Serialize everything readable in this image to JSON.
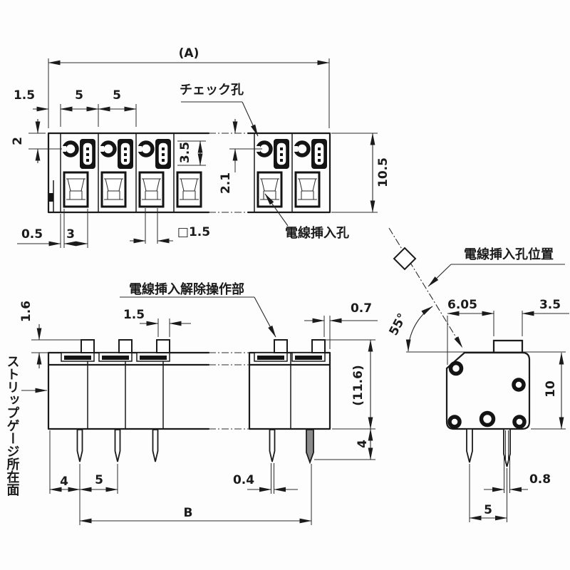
{
  "drawing_type": "terminal-block-dimension-drawing",
  "colors": {
    "line": "#1b1b1b",
    "background": "#fdfdfd",
    "slot_fill": "#141414",
    "pin_gray": "#8a8a8a"
  },
  "top": {
    "a": "(A)",
    "d15": "1.5",
    "d5a": "5",
    "d5b": "5",
    "check_hole": "チェック孔",
    "d2": "2",
    "d35": "3.5",
    "d21": "2.1",
    "d105": "10.5",
    "d05": "0.5",
    "d3": "3",
    "dsq15": "□1.5",
    "wire_hole": "電線挿入孔"
  },
  "front": {
    "release": "電線挿入解除操作部",
    "d15": "1.5",
    "d07": "0.7",
    "d16": "1.6",
    "strip_gauge": "ストリップゲージ所在面",
    "d116": "(11.6)",
    "d4r": "4",
    "d4": "4",
    "d5": "5",
    "d04": "0.4",
    "dB": "B"
  },
  "side": {
    "wire_pos": "電線挿入孔位置",
    "angle": "55°",
    "d605": "6.05",
    "d35": "3.5",
    "d10": "10",
    "d08": "0.8",
    "d5": "5"
  }
}
